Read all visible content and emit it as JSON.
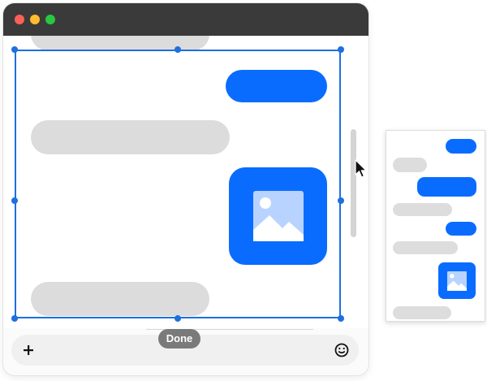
{
  "window": {
    "controls": [
      "close",
      "minimize",
      "zoom"
    ],
    "traffic_light_colors": {
      "close": "#ff5f57",
      "minimize": "#febc2e",
      "zoom": "#28c840"
    }
  },
  "chat": {
    "messages": [
      {
        "sender": "other",
        "kind": "text"
      },
      {
        "sender": "me",
        "kind": "text"
      },
      {
        "sender": "other",
        "kind": "text"
      },
      {
        "sender": "me",
        "kind": "image",
        "icon": "image-icon"
      },
      {
        "sender": "other",
        "kind": "text"
      }
    ],
    "colors": {
      "outgoing": "#0a6cff",
      "incoming": "#dcdcdc"
    }
  },
  "selection": {
    "color": "#1e6fe0"
  },
  "done_label": "Done",
  "composer": {
    "add_icon": "plus-icon",
    "emoji_icon": "emoji-icon"
  },
  "preview": {
    "messages": [
      {
        "sender": "me",
        "kind": "text"
      },
      {
        "sender": "other",
        "kind": "text"
      },
      {
        "sender": "me",
        "kind": "text"
      },
      {
        "sender": "other",
        "kind": "text"
      },
      {
        "sender": "me",
        "kind": "text"
      },
      {
        "sender": "other",
        "kind": "text"
      },
      {
        "sender": "me",
        "kind": "image",
        "icon": "image-icon"
      },
      {
        "sender": "other",
        "kind": "text"
      }
    ]
  },
  "cursor": {
    "icon": "pointer-cursor-icon"
  }
}
